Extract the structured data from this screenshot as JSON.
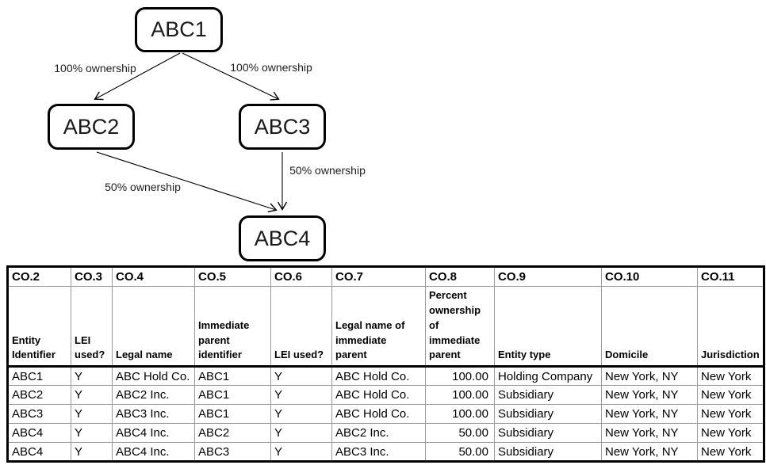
{
  "diagram": {
    "nodes": [
      {
        "id": "abc1",
        "label": "ABC1"
      },
      {
        "id": "abc2",
        "label": "ABC2"
      },
      {
        "id": "abc3",
        "label": "ABC3"
      },
      {
        "id": "abc4",
        "label": "ABC4"
      }
    ],
    "edges": [
      {
        "from": "ABC1",
        "to": "ABC2",
        "label": "100% ownership"
      },
      {
        "from": "ABC1",
        "to": "ABC3",
        "label": "100% ownership"
      },
      {
        "from": "ABC2",
        "to": "ABC4",
        "label": "50% ownership"
      },
      {
        "from": "ABC3",
        "to": "ABC4",
        "label": "50% ownership"
      }
    ]
  },
  "table": {
    "columns": [
      {
        "code": "CO.2",
        "label": "Entity\nIdentifier"
      },
      {
        "code": "CO.3",
        "label": "LEI\nused?"
      },
      {
        "code": "CO.4",
        "label": "Legal name"
      },
      {
        "code": "CO.5",
        "label": "Immediate\nparent\nidentifier"
      },
      {
        "code": "CO.6",
        "label": "LEI used?"
      },
      {
        "code": "CO.7",
        "label": "Legal name of\nimmediate\nparent"
      },
      {
        "code": "CO.8",
        "label": "Percent\nownership\nof\nimmediate\nparent"
      },
      {
        "code": "CO.9",
        "label": "Entity type"
      },
      {
        "code": "CO.10",
        "label": "Domicile"
      },
      {
        "code": "CO.11",
        "label": "Jurisdiction"
      }
    ],
    "rows": [
      [
        "ABC1",
        "Y",
        "ABC Hold Co.",
        "ABC1",
        "Y",
        "ABC Hold Co.",
        "100.00",
        "Holding Company",
        "New York, NY",
        "New York"
      ],
      [
        "ABC2",
        "Y",
        "ABC2 Inc.",
        "ABC1",
        "Y",
        "ABC Hold Co.",
        "100.00",
        "Subsidiary",
        "New York, NY",
        "New York"
      ],
      [
        "ABC3",
        "Y",
        "ABC3 Inc.",
        "ABC1",
        "Y",
        "ABC Hold Co.",
        "100.00",
        "Subsidiary",
        "New York, NY",
        "New York"
      ],
      [
        "ABC4",
        "Y",
        "ABC4 Inc.",
        "ABC2",
        "Y",
        "ABC2 Inc.",
        "50.00",
        "Subsidiary",
        "New York, NY",
        "New York"
      ],
      [
        "ABC4",
        "Y",
        "ABC4 Inc.",
        "ABC3",
        "Y",
        "ABC3 Inc.",
        "50.00",
        "Subsidiary",
        "New York, NY",
        "New York"
      ]
    ]
  },
  "colors": {
    "text": "#000000",
    "border_strong": "#000000",
    "border_light": "#9a9a9a",
    "background": "#ffffff"
  }
}
